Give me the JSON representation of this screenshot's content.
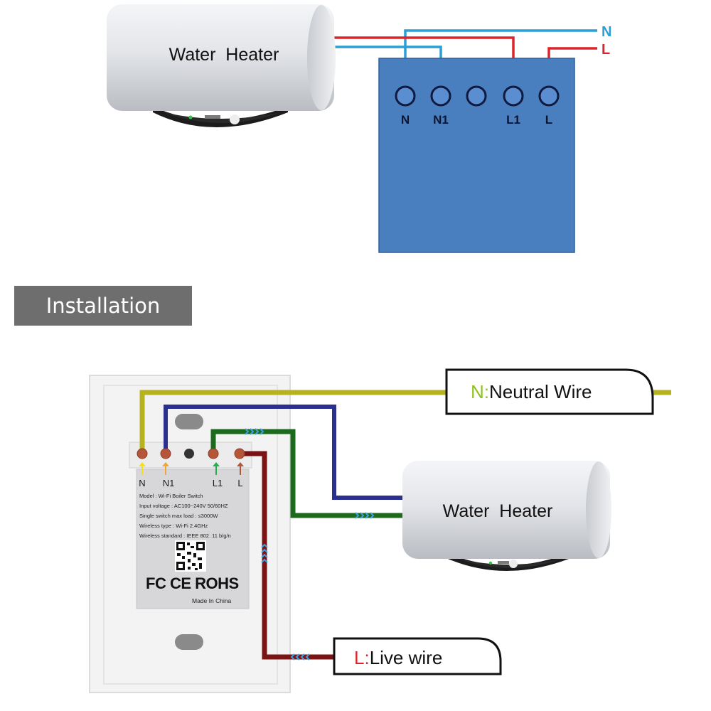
{
  "top_diagram": {
    "heater_label": "Water  Heater",
    "wire_labels": {
      "n": "N",
      "l": "L"
    },
    "terminals": [
      "N",
      "N1",
      "",
      "L1",
      "L"
    ],
    "colors": {
      "neutral_wire": "#2a9fd6",
      "live_wire": "#d9262c",
      "module": "#4a7fbf"
    }
  },
  "section": {
    "title": "Installation"
  },
  "bottom_diagram": {
    "switch_terminals": [
      "N",
      "N1",
      "L1",
      "L"
    ],
    "spec_lines": [
      "Model : Wi-Fi Boiler Switch",
      "Input voltage : AC100~240V  50/60HZ",
      "Single switch max load : ≤3000W",
      "Wireless type : Wi-Fi 2.4GHz",
      "Wireless standard : IEEE 802. 11 b/g/n"
    ],
    "cert_marks": "FC CE ROHS",
    "made_in": "Made In China",
    "heater_label": "Water  Heater",
    "neutral_callout": {
      "prefix": "N:",
      "text": "Neutral Wire"
    },
    "live_callout": {
      "prefix": "L:",
      "text": "Live wire"
    },
    "colors": {
      "neutral": "#b6b31f",
      "n1": "#2b2f8f",
      "l1": "#1c6b1c",
      "live": "#7a1414",
      "arrow": "#3aa0e0"
    }
  }
}
